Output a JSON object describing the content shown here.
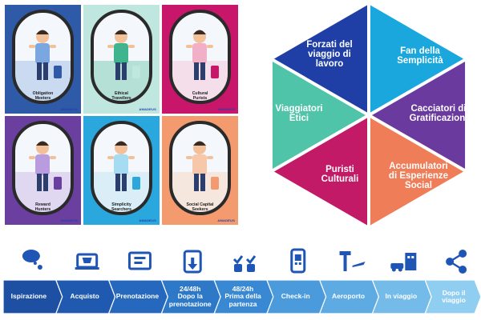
{
  "posters": [
    {
      "label": "Obligation\nMeeters",
      "brand": "AMADEUS",
      "bg": "#2f5aa8",
      "accent": "#7aa7e0"
    },
    {
      "label": "Ethical\nTravellers",
      "brand": "AMADEUS",
      "bg": "#bfe6df",
      "accent": "#3fb48f"
    },
    {
      "label": "Cultural\nPurists",
      "brand": "AMADEUS",
      "bg": "#c8166b",
      "accent": "#f2b0c8"
    },
    {
      "label": "Reward\nHunters",
      "brand": "AMADEUS",
      "bg": "#6b3fa0",
      "accent": "#b99be0"
    },
    {
      "label": "Simplicity\nSearchers",
      "brand": "AMADEUS",
      "bg": "#2aa7dd",
      "accent": "#a6dcf2"
    },
    {
      "label": "Social Capital\nSeekers",
      "brand": "AMADEUS",
      "bg": "#f39a6e",
      "accent": "#f7c7a9"
    }
  ],
  "segments": [
    {
      "label": "Forzati del\nviaggio di\nlavoro",
      "color": "#1f3fa6"
    },
    {
      "label": "Fan della\nSemplicità",
      "color": "#1aa7de"
    },
    {
      "label": "Cacciatori di\nGratificazioni",
      "color": "#6a3a9e"
    },
    {
      "label": "Accumulatori\ndi Esperienze\nSocial",
      "color": "#ef7d57"
    },
    {
      "label": "Puristi\nCulturali",
      "color": "#c21a66"
    },
    {
      "label": "Viaggiatori\nEtici",
      "color": "#4fc4a8"
    }
  ],
  "journey": {
    "steps": [
      {
        "label": "Ispirazione",
        "icon": "thought-bubble-icon"
      },
      {
        "label": "Acquisto",
        "icon": "cart-laptop-icon"
      },
      {
        "label": "Prenotazione",
        "icon": "booking-screen-icon"
      },
      {
        "label": "24/48h\nDopo la\nprenotazione",
        "icon": "tablet-touch-icon"
      },
      {
        "label": "48/24h\nPrima della\npartenza",
        "icon": "checkmark-luggage-icon"
      },
      {
        "label": "Check-in",
        "icon": "mobile-qr-icon"
      },
      {
        "label": "Aeroporto",
        "icon": "control-tower-plane-icon"
      },
      {
        "label": "In viaggio",
        "icon": "car-hotel-icon"
      },
      {
        "label": "Dopo il\nviaggio",
        "icon": "share-icon"
      }
    ],
    "colors": [
      "#1d4fa3",
      "#205ab0",
      "#2668bd",
      "#2e78c8",
      "#3988d3",
      "#4a9adc",
      "#5eabe4",
      "#74bbea",
      "#8fcdf1"
    ]
  }
}
